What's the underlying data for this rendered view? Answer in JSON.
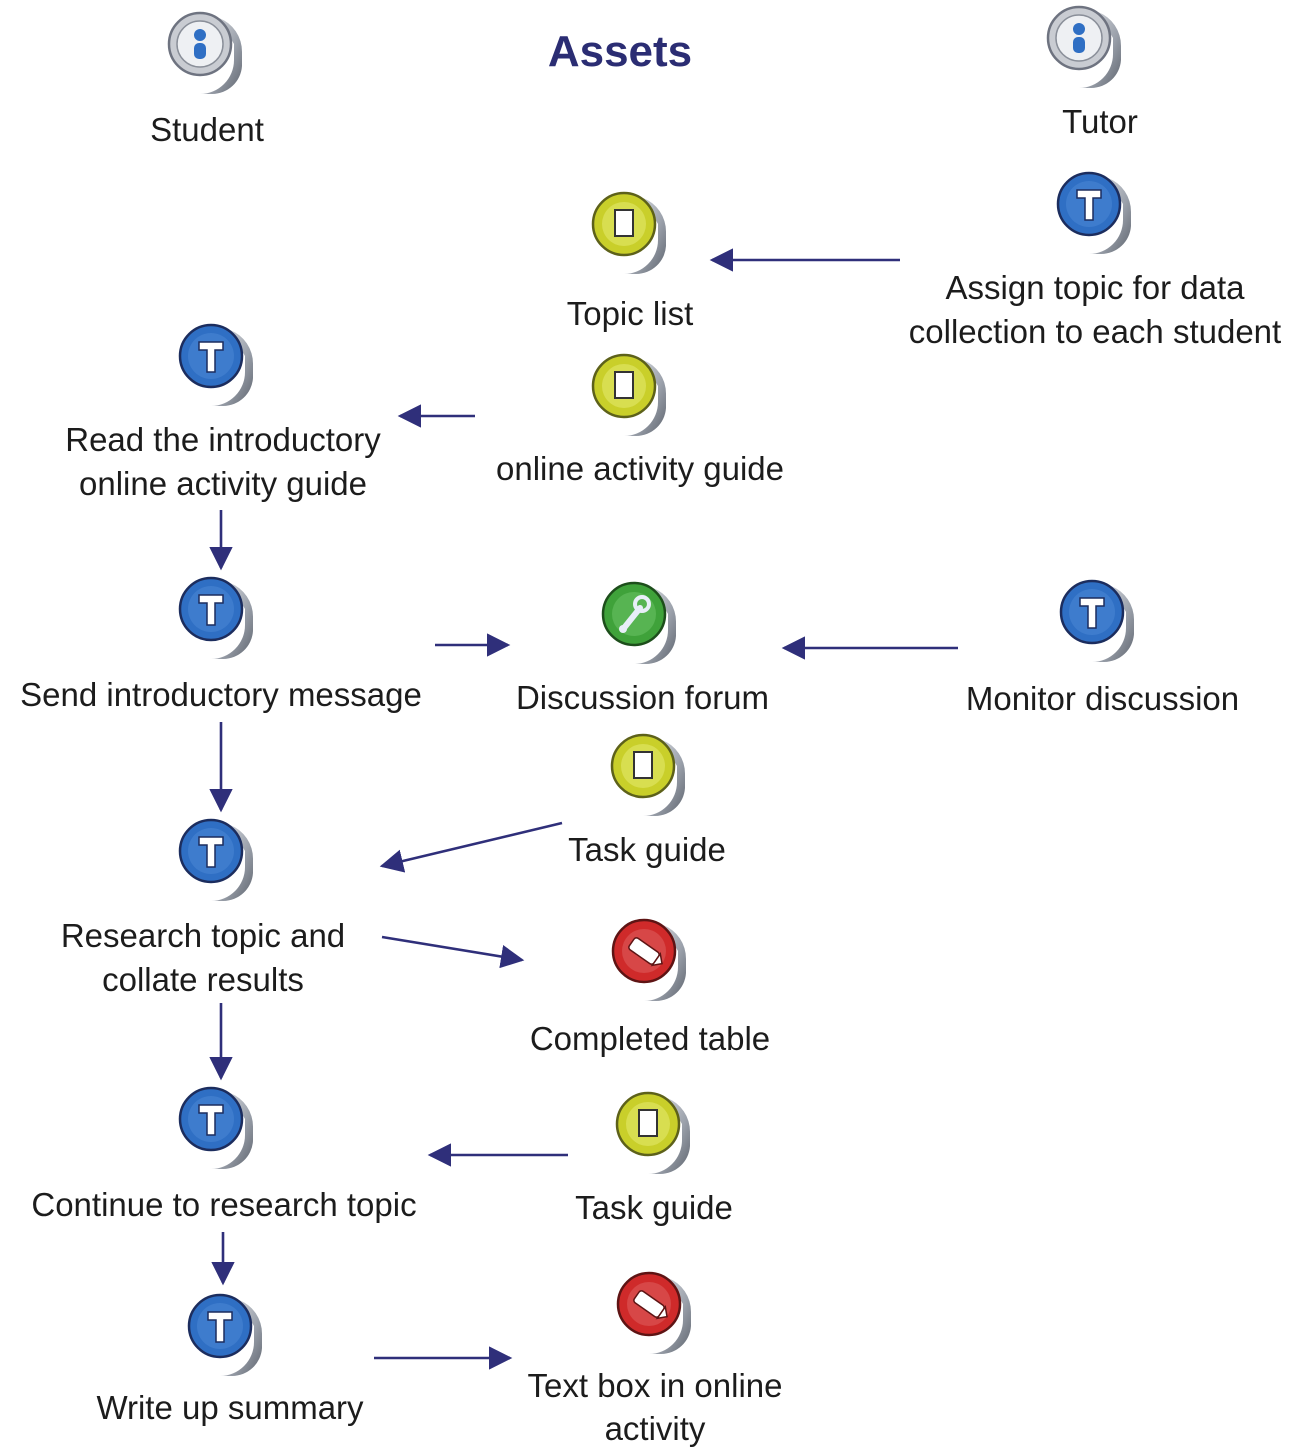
{
  "title": "Assets",
  "roles": {
    "student": "Student",
    "tutor": "Tutor"
  },
  "nodes": {
    "topic_list": {
      "label": "Topic list",
      "icon": "document-icon"
    },
    "assign_topic": {
      "label_line1": "Assign topic for data",
      "label_line2": "collection to each student",
      "icon": "task-icon"
    },
    "online_guide": {
      "label": "online activity guide",
      "icon": "document-icon"
    },
    "read_guide": {
      "label_line1": "Read the introductory",
      "label_line2": "online activity guide",
      "icon": "task-icon"
    },
    "send_message": {
      "label": "Send introductory message",
      "icon": "task-icon"
    },
    "discussion_forum": {
      "label": "Discussion forum",
      "icon": "tool-icon"
    },
    "monitor_discussion": {
      "label": "Monitor discussion",
      "icon": "task-icon"
    },
    "task_guide_1": {
      "label": "Task guide",
      "icon": "document-icon"
    },
    "research_topic": {
      "label_line1": "Research topic and",
      "label_line2": "collate results",
      "icon": "task-icon"
    },
    "completed_table": {
      "label": "Completed table",
      "icon": "output-icon"
    },
    "continue_research": {
      "label": "Continue to research topic",
      "icon": "task-icon"
    },
    "task_guide_2": {
      "label": "Task guide",
      "icon": "document-icon"
    },
    "write_summary": {
      "label": "Write up summary",
      "icon": "task-icon"
    },
    "text_box": {
      "label_line1": "Text box in online",
      "label_line2": "activity",
      "icon": "output-icon"
    }
  },
  "colors": {
    "title": "#2b2d73",
    "arrow": "#2f2f7a",
    "task_icon": "#2f6fc4",
    "document_icon": "#c9cf2a",
    "tool_icon": "#3fa23a",
    "output_icon": "#cf2a2a",
    "role_icon": "#b8bcc4"
  }
}
